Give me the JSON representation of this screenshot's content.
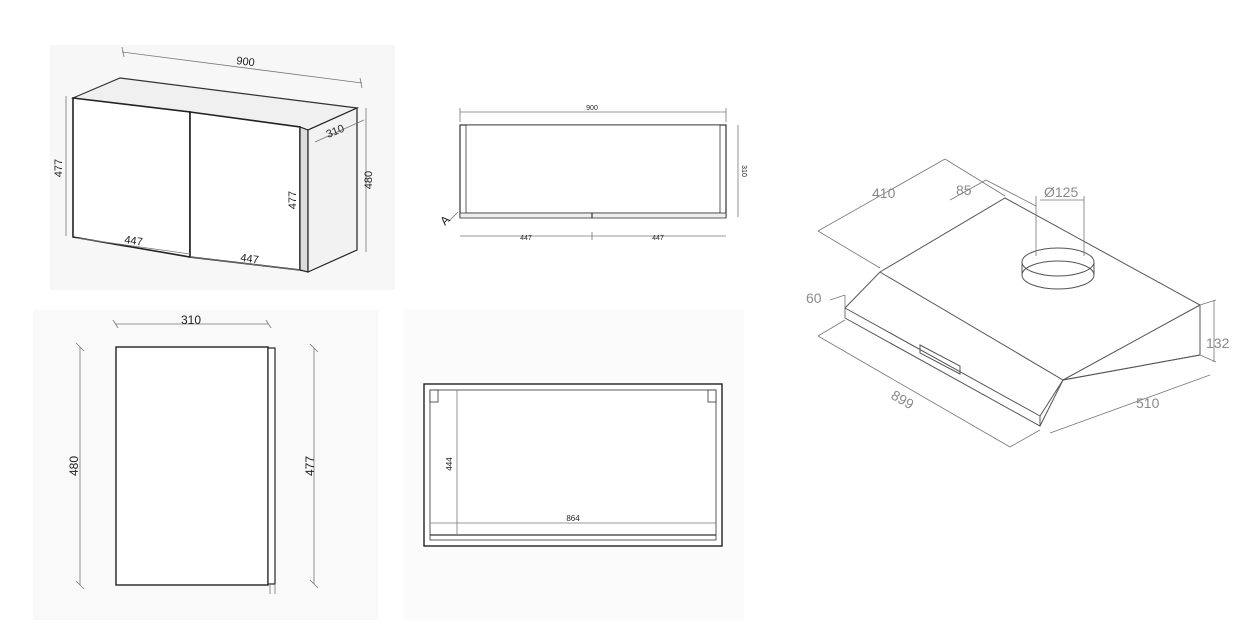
{
  "iso_cabinet": {
    "width": "900",
    "depth": "310",
    "height_left": "477",
    "height_right": "480",
    "door_height": "477",
    "door_left_width": "447",
    "door_right_width": "447"
  },
  "top_view": {
    "width": "900",
    "depth": "310",
    "door_left": "447",
    "door_right": "447",
    "section_marker": "A"
  },
  "side_view": {
    "depth": "310",
    "height_left": "480",
    "height_right": "477"
  },
  "front_section": {
    "inner_height": "444",
    "inner_width": "864"
  },
  "hood": {
    "depth": "410",
    "duct_offset": "85",
    "duct_diameter": "Ø125",
    "front_height": "60",
    "width": "899",
    "total_height": "132",
    "depth_bottom": "510"
  }
}
